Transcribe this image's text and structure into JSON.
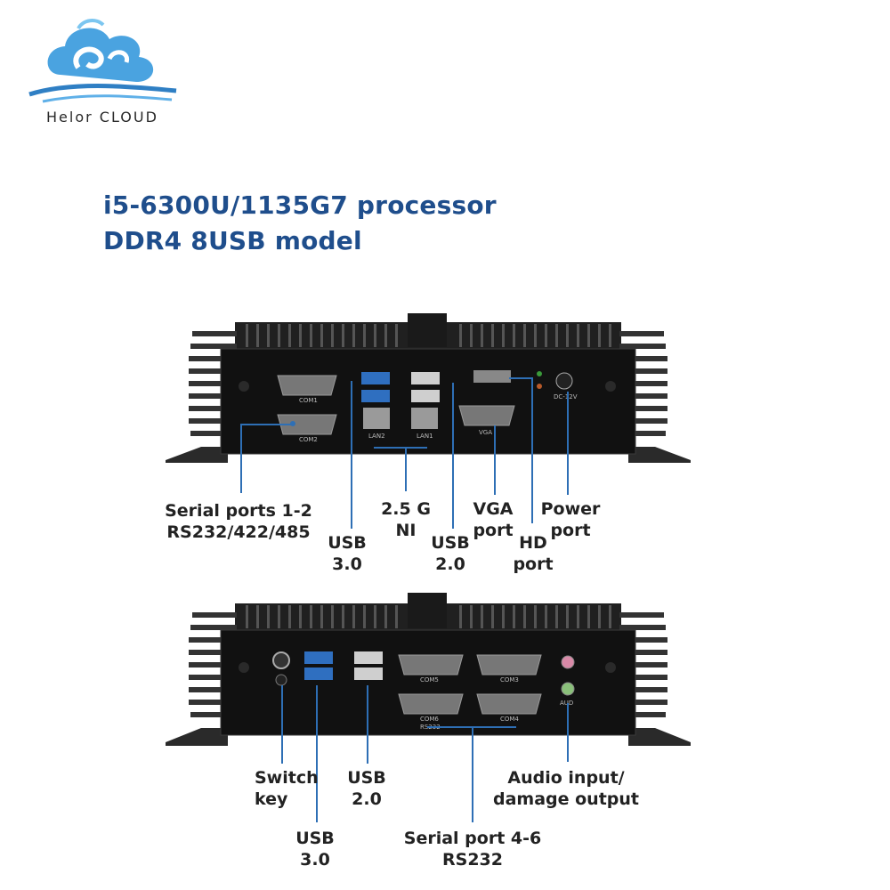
{
  "brand": {
    "logo_text": "Helor CLOUD"
  },
  "headline": {
    "line1": "i5-6300U/1135G7 processor",
    "line2": "DDR4 8USB model"
  },
  "front_panel": {
    "port_text": {
      "com1": "COM1",
      "com2": "COM2",
      "lan2": "LAN2",
      "lan1": "LAN1",
      "vga": "VGA",
      "dc": "DC-12V"
    },
    "labels": {
      "serial": [
        "Serial ports 1-2",
        "RS232/422/485"
      ],
      "usb30": [
        "USB",
        "3.0"
      ],
      "lan": [
        "2.5 G",
        "NI"
      ],
      "usb20": [
        "USB",
        "2.0"
      ],
      "vga": [
        "VGA",
        "port"
      ],
      "hd": [
        "HD",
        "port"
      ],
      "power": [
        "Power",
        "port"
      ]
    }
  },
  "rear_panel": {
    "port_text": {
      "com5": "COM5",
      "com3": "COM3",
      "com6": "COM6",
      "com4": "COM4",
      "rs232": "RS232",
      "aud": "AUD"
    },
    "labels": {
      "switch": [
        "Switch",
        "key"
      ],
      "usb20": [
        "USB",
        "2.0"
      ],
      "usb30": [
        "USB",
        "3.0"
      ],
      "audio": [
        "Audio input/",
        "damage output"
      ],
      "serial": [
        "Serial port 4-6",
        "RS232"
      ]
    }
  },
  "colors": {
    "headline": "#1f4e8c",
    "callout": "#2e6fb5",
    "chassis": "#1a1a1a"
  }
}
